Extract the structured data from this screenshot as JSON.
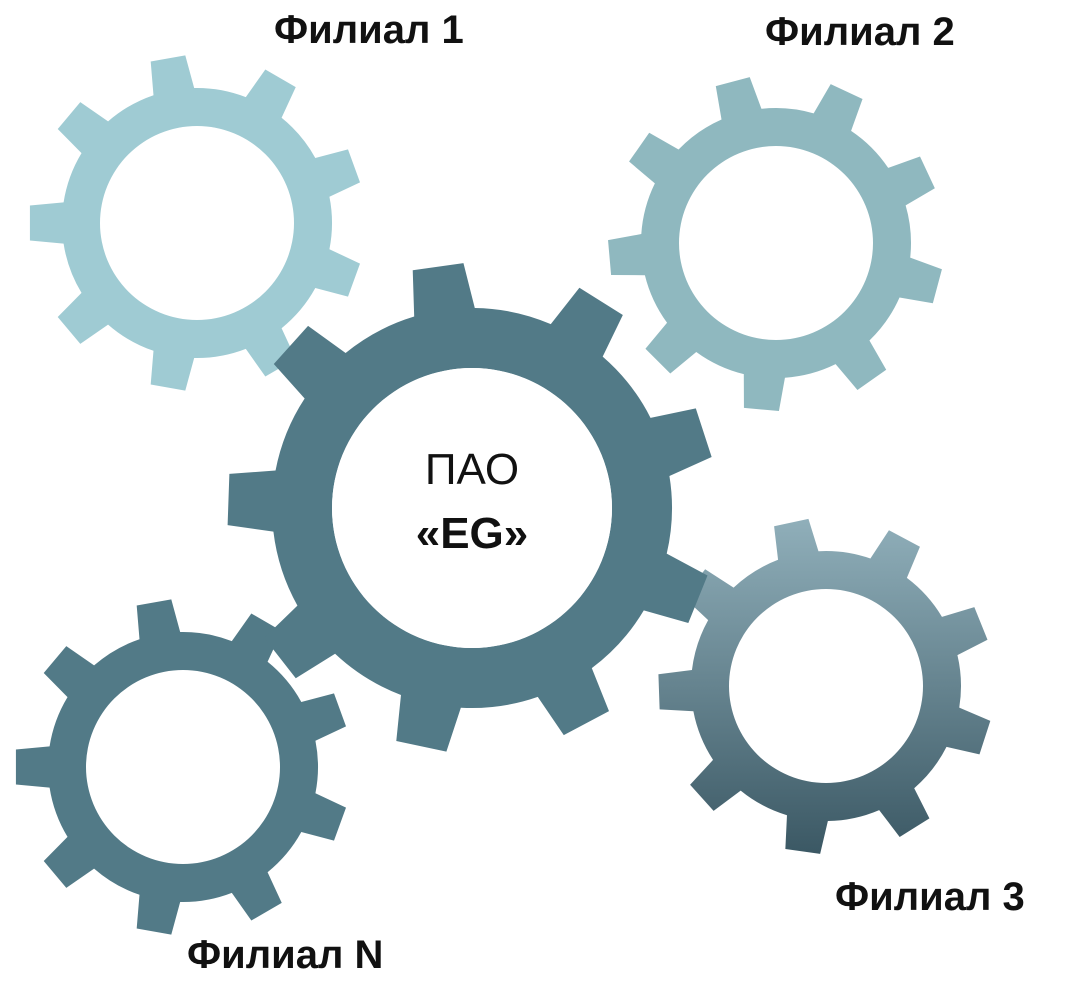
{
  "center": {
    "line1": "ПАО",
    "line2": "«EG»"
  },
  "branches": [
    {
      "id": "branch-1",
      "label": "Филиал 1"
    },
    {
      "id": "branch-2",
      "label": "Филиал 2"
    },
    {
      "id": "branch-3",
      "label": "Филиал 3"
    },
    {
      "id": "branch-n",
      "label": "Филиал N"
    }
  ],
  "colors": {
    "gear_branch_1": "#9fcbd3",
    "gear_branch_2": "#8fb8bf",
    "gear_center": "#527a87",
    "gear_branch_n": "#527a87",
    "gear_branch_3_top": "#90afba",
    "gear_branch_3_bottom": "#3b5864",
    "text": "#111111"
  }
}
